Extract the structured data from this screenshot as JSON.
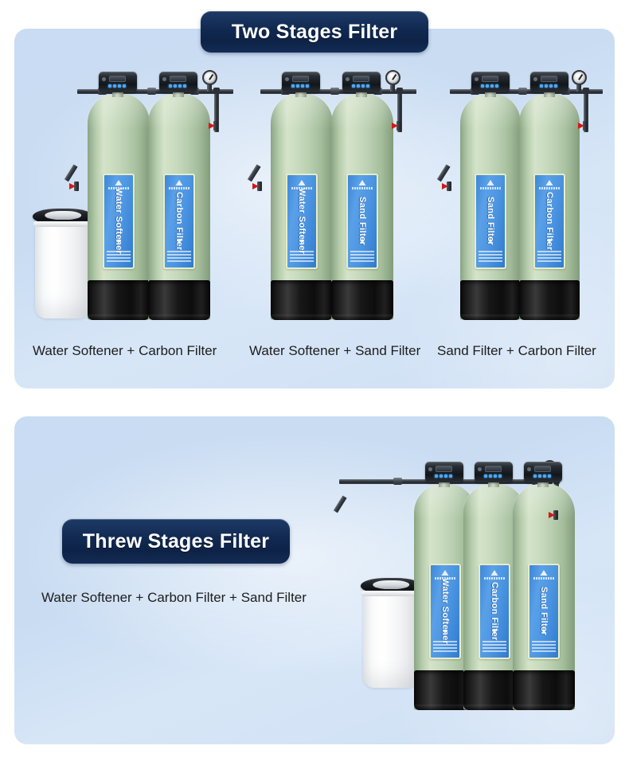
{
  "document": {
    "background_color": "#ffffff",
    "panel_color": "#c9dcf2",
    "pill_color": "#112a52",
    "tank_color": "#b9cfb0",
    "label_color": "#4d96e2",
    "base_color": "#121212"
  },
  "sections": [
    {
      "id": "two-stages",
      "title": "Two Stages Filter",
      "groups": [
        {
          "caption": "Water Softener + Carbon Filter",
          "has_brine_tank": true,
          "tanks": [
            {
              "label": "Water Softener"
            },
            {
              "label": "Carbon Filter"
            }
          ]
        },
        {
          "caption": "Water Softener + Sand Filter",
          "has_brine_tank": false,
          "tanks": [
            {
              "label": "Water Softener"
            },
            {
              "label": "Sand Filter"
            }
          ]
        },
        {
          "caption": "Sand Filter + Carbon Filter",
          "has_brine_tank": false,
          "tanks": [
            {
              "label": "Sand Filter"
            },
            {
              "label": "Carbon Filter"
            }
          ]
        }
      ]
    },
    {
      "id": "three-stages",
      "title": "Threw Stages Filter",
      "groups": [
        {
          "caption": "Water Softener + Carbon Filter + Sand Filter",
          "has_brine_tank": true,
          "tanks": [
            {
              "label": "Water Softener"
            },
            {
              "label": "Carbon Filter"
            },
            {
              "label": "Sand Filter"
            }
          ]
        }
      ]
    }
  ]
}
